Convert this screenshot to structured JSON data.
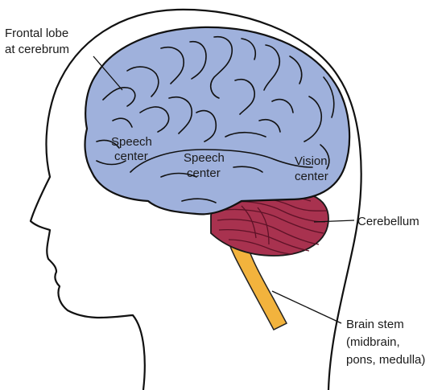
{
  "labels": {
    "frontal_lobe": [
      "Frontal lobe",
      "at cerebrum"
    ],
    "speech_center_1": [
      "Speech",
      "center"
    ],
    "speech_center_2": [
      "Speech",
      "center"
    ],
    "vision_center": [
      "Vision",
      "center"
    ],
    "cerebellum": [
      "Cerebellum"
    ],
    "brain_stem": [
      "Brain stem",
      "(midbrain,",
      "pons, medulla)"
    ]
  },
  "colors": {
    "cerebrum": "#9fb1dc",
    "cerebellum": "#a8324f",
    "brain_stem": "#f2b33d",
    "outline": "#111111"
  }
}
